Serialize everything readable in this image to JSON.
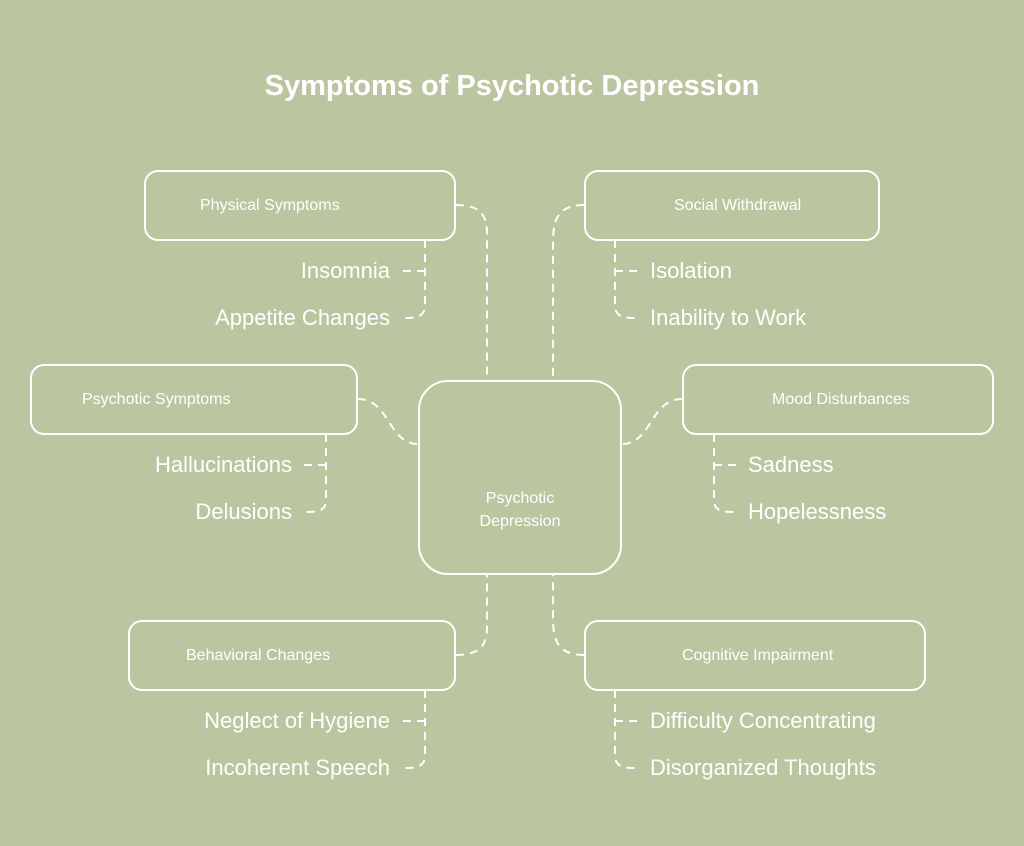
{
  "title": "Symptoms of Psychotic Depression",
  "center": {
    "label_line1": "Psychotic",
    "label_line2": "Depression"
  },
  "colors": {
    "background": "#bbc5a0",
    "foreground": "#ffffff"
  },
  "branches": [
    {
      "label": "Physical Symptoms",
      "items": [
        "Insomnia",
        "Appetite Changes"
      ]
    },
    {
      "label": "Social Withdrawal",
      "items": [
        "Isolation",
        "Inability to Work"
      ]
    },
    {
      "label": "Psychotic Symptoms",
      "items": [
        "Hallucinations",
        "Delusions"
      ]
    },
    {
      "label": "Mood Disturbances",
      "items": [
        "Sadness",
        "Hopelessness"
      ]
    },
    {
      "label": "Behavioral Changes",
      "items": [
        "Neglect of Hygiene",
        "Incoherent Speech"
      ]
    },
    {
      "label": "Cognitive Impairment",
      "items": [
        "Difficulty Concentrating",
        "Disorganized Thoughts"
      ]
    }
  ]
}
